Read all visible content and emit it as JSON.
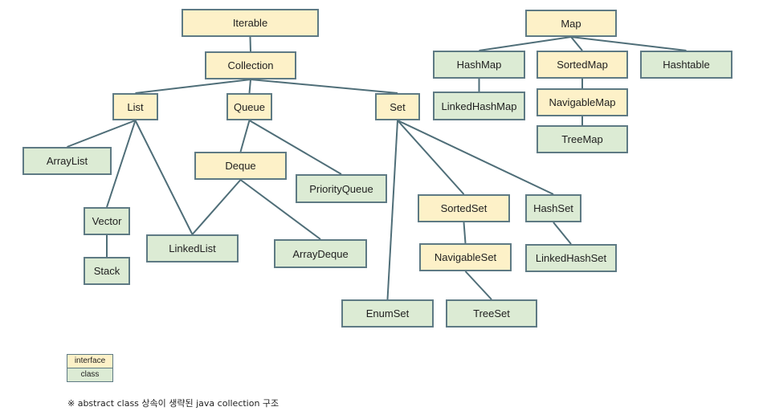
{
  "nodes": {
    "iterable": {
      "label": "Iterable",
      "kind": "interface"
    },
    "collection": {
      "label": "Collection",
      "kind": "interface"
    },
    "list": {
      "label": "List",
      "kind": "interface"
    },
    "queue": {
      "label": "Queue",
      "kind": "interface"
    },
    "set": {
      "label": "Set",
      "kind": "interface"
    },
    "arraylist": {
      "label": "ArrayList",
      "kind": "class"
    },
    "vector": {
      "label": "Vector",
      "kind": "class"
    },
    "stack": {
      "label": "Stack",
      "kind": "class"
    },
    "deque": {
      "label": "Deque",
      "kind": "interface"
    },
    "priorityqueue": {
      "label": "PriorityQueue",
      "kind": "class"
    },
    "linkedlist": {
      "label": "LinkedList",
      "kind": "class"
    },
    "arraydeque": {
      "label": "ArrayDeque",
      "kind": "class"
    },
    "sortedset": {
      "label": "SortedSet",
      "kind": "interface"
    },
    "hashset": {
      "label": "HashSet",
      "kind": "class"
    },
    "navigableset": {
      "label": "NavigableSet",
      "kind": "interface"
    },
    "linkedhashset": {
      "label": "LinkedHashSet",
      "kind": "class"
    },
    "enumset": {
      "label": "EnumSet",
      "kind": "class"
    },
    "treeset": {
      "label": "TreeSet",
      "kind": "class"
    },
    "map": {
      "label": "Map",
      "kind": "interface"
    },
    "hashmap": {
      "label": "HashMap",
      "kind": "class"
    },
    "sortedmap": {
      "label": "SortedMap",
      "kind": "interface"
    },
    "hashtable": {
      "label": "Hashtable",
      "kind": "class"
    },
    "linkedhashmap": {
      "label": "LinkedHashMap",
      "kind": "class"
    },
    "navigablemap": {
      "label": "NavigableMap",
      "kind": "interface"
    },
    "treemap": {
      "label": "TreeMap",
      "kind": "class"
    }
  },
  "edges": [
    [
      "iterable",
      "collection"
    ],
    [
      "collection",
      "list"
    ],
    [
      "collection",
      "queue"
    ],
    [
      "collection",
      "set"
    ],
    [
      "list",
      "arraylist"
    ],
    [
      "list",
      "vector"
    ],
    [
      "list",
      "linkedlist"
    ],
    [
      "vector",
      "stack"
    ],
    [
      "queue",
      "deque"
    ],
    [
      "queue",
      "priorityqueue"
    ],
    [
      "deque",
      "linkedlist"
    ],
    [
      "deque",
      "arraydeque"
    ],
    [
      "set",
      "enumset"
    ],
    [
      "set",
      "sortedset"
    ],
    [
      "set",
      "hashset"
    ],
    [
      "sortedset",
      "navigableset"
    ],
    [
      "navigableset",
      "treeset"
    ],
    [
      "hashset",
      "linkedhashset"
    ],
    [
      "map",
      "hashmap"
    ],
    [
      "map",
      "sortedmap"
    ],
    [
      "map",
      "hashtable"
    ],
    [
      "hashmap",
      "linkedhashmap"
    ],
    [
      "sortedmap",
      "navigablemap"
    ],
    [
      "navigablemap",
      "treemap"
    ]
  ],
  "colors": {
    "interface": "#fdf1c8",
    "class": "#dcebd4",
    "border": "#5e7a84",
    "line": "#4f6e78"
  },
  "legend": {
    "interface": "interface",
    "class": "class"
  },
  "note": "※ abstract class 상속이 생략된 java collection 구조"
}
